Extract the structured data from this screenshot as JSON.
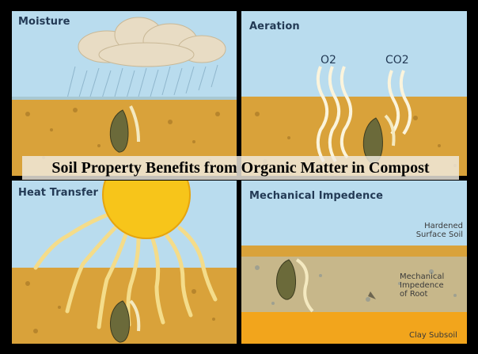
{
  "title": "Soil Property Benefits from Organic Matter in Compost",
  "panels": {
    "moisture": {
      "label": "Moisture"
    },
    "aeration": {
      "label": "Aeration",
      "o2": "O2",
      "co2": "CO2"
    },
    "heat": {
      "label": "Heat Transfer"
    },
    "mechanical": {
      "label": "Mechanical Impedence",
      "hardened": [
        "Hardened",
        "Surface Soil"
      ],
      "impedence": [
        "Mechanical",
        "Impedence",
        "of Root"
      ],
      "clay": "Clay Subsoil"
    }
  },
  "colors": {
    "sky": "#b9dcee",
    "soil": "#d9a23a",
    "sun": "#f7c51a",
    "clay": "#f2a51c",
    "seed": "#6b6a3a"
  }
}
